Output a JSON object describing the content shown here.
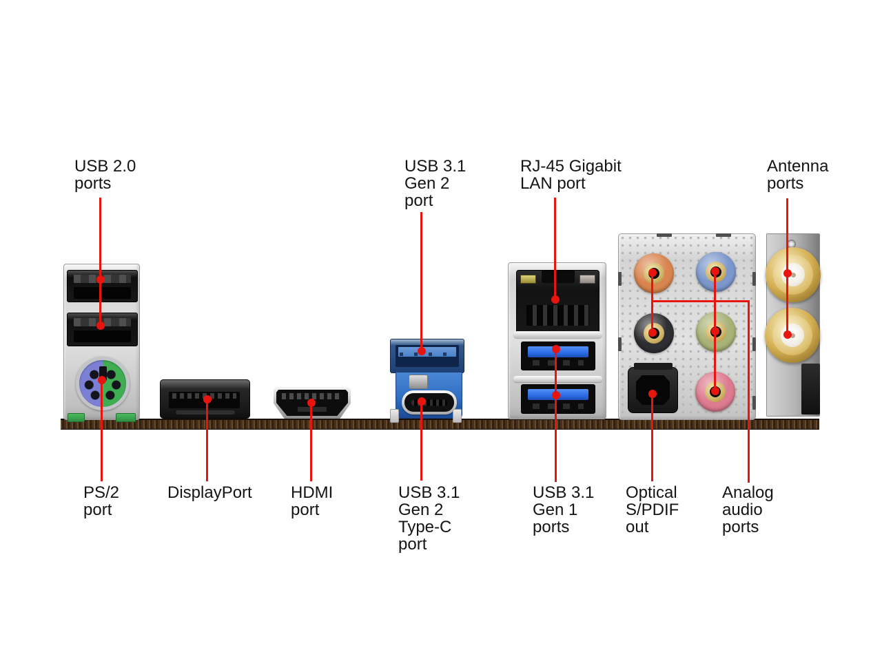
{
  "labels": {
    "usb2": "USB 2.0\nports",
    "usb31_gen2": "USB 3.1\nGen 2\nport",
    "lan": "RJ-45 Gigabit\nLAN port",
    "antenna": "Antenna\nports",
    "ps2": "PS/2\nport",
    "displayport": "DisplayPort",
    "hdmi": "HDMI\nport",
    "usb31_gen2_typec": "USB 3.1\nGen 2\nType-C\nport",
    "usb31_gen1": "USB 3.1\nGen 1\nports",
    "optical": "Optical\nS/PDIF\nout",
    "analog": "Analog\naudio\nports"
  },
  "colors": {
    "accent": "#e8150f",
    "label_color": "#141414",
    "usb3_blue": "#2b6ce6",
    "gen2_blue": "#2f6fc4",
    "ps2_purple": "#7b80d4",
    "ps2_green": "#3fae52",
    "audio_orange": "#d9854f",
    "audio_blue": "#7b97cc",
    "audio_black": "#2f2f33",
    "audio_green": "#a9b277",
    "audio_pink": "#dd7b90",
    "sma_gold": "#d4af52",
    "pcb_brown": "#2c1d11"
  }
}
